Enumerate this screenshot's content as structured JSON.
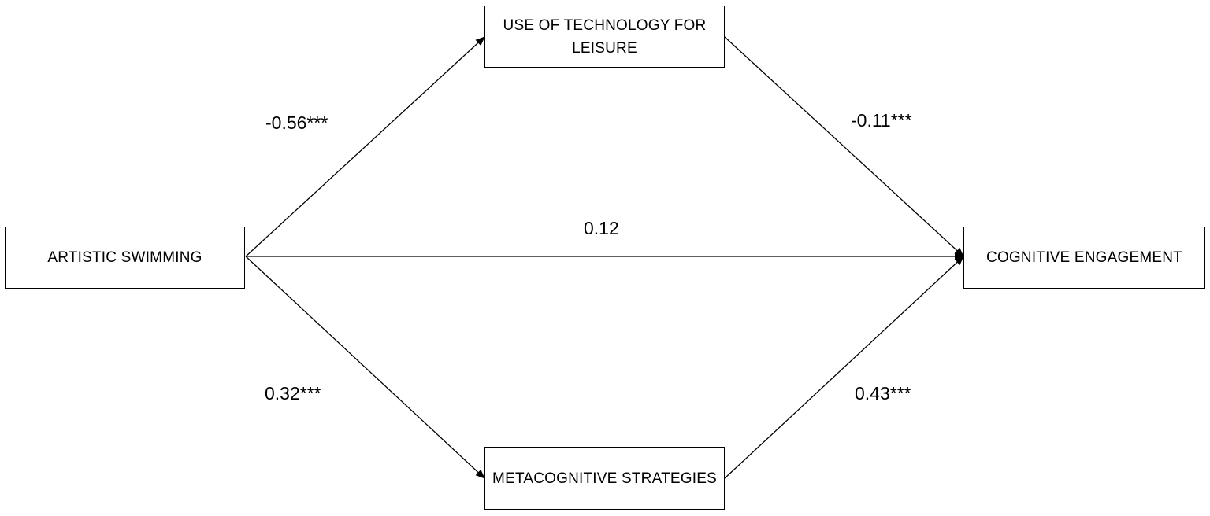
{
  "colors": {
    "stroke": "#000000",
    "background": "#ffffff"
  },
  "nodes": {
    "artistic_swimming": "ARTISTIC SWIMMING",
    "technology_line1": "USE OF TECHNOLOGY FOR",
    "technology_line2": "LEISURE",
    "metacognitive": "METACOGNITIVE STRATEGIES",
    "cognitive_engagement": "COGNITIVE ENGAGEMENT"
  },
  "paths": {
    "swimming_to_technology": "-0.56***",
    "technology_to_engagement": "-0.11***",
    "swimming_to_engagement": "0.12",
    "swimming_to_metacognitive": "0.32***",
    "metacognitive_to_engagement": "0.43***"
  }
}
